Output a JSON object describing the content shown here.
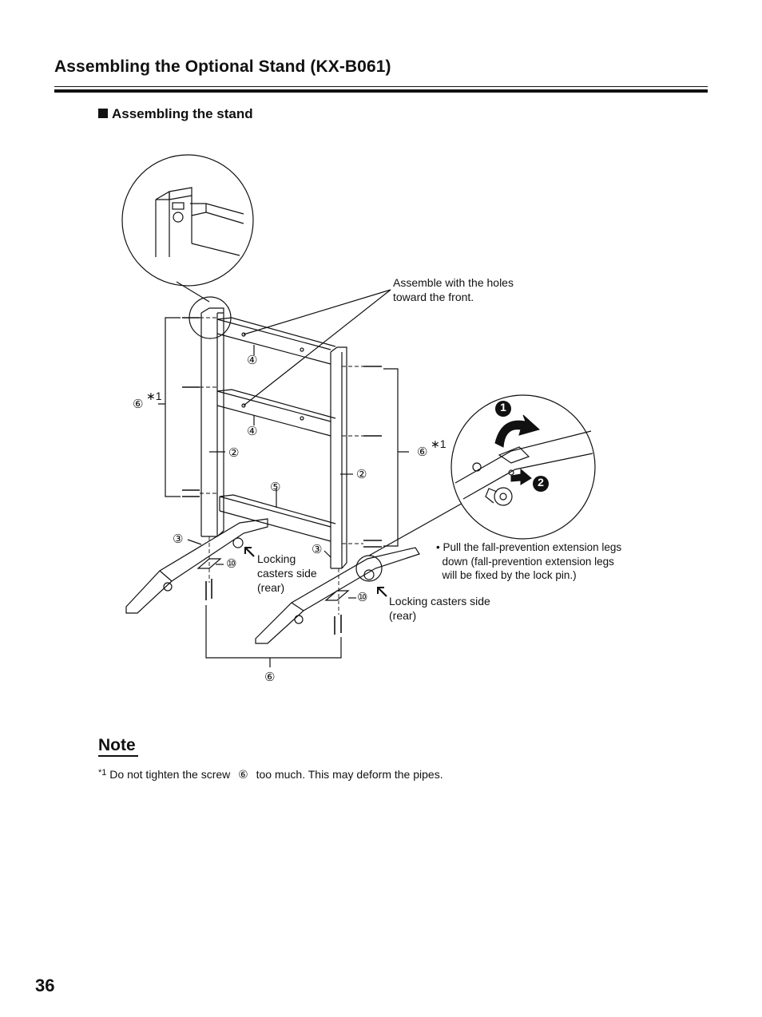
{
  "header": {
    "title": "Assembling the Optional Stand (KX-B061)"
  },
  "section": {
    "heading": "Assembling the stand"
  },
  "diagram": {
    "callout_holes": "Assemble with the holes\ntoward the front.",
    "callout_casters_left": "Locking\ncasters side\n(rear)",
    "callout_casters_right": "Locking casters side\n(rear)",
    "callout_pull_legs": "• Pull the fall-prevention extension legs\n  down (fall-prevention extension legs\n  will be fixed by the lock pin.)",
    "part_2": "②",
    "part_3": "③",
    "part_4": "④",
    "part_5": "⑤",
    "part_6": "⑥",
    "part_10": "⑩",
    "asterisk_1": "∗1",
    "step_1": "1",
    "step_2": "2"
  },
  "note": {
    "heading": "Note",
    "footnote_mark": "*1",
    "footnote_text_a": "Do not tighten the screw",
    "footnote_ref": "⑥",
    "footnote_text_b": "too much. This may deform the pipes."
  },
  "footer": {
    "page_number": "36"
  }
}
